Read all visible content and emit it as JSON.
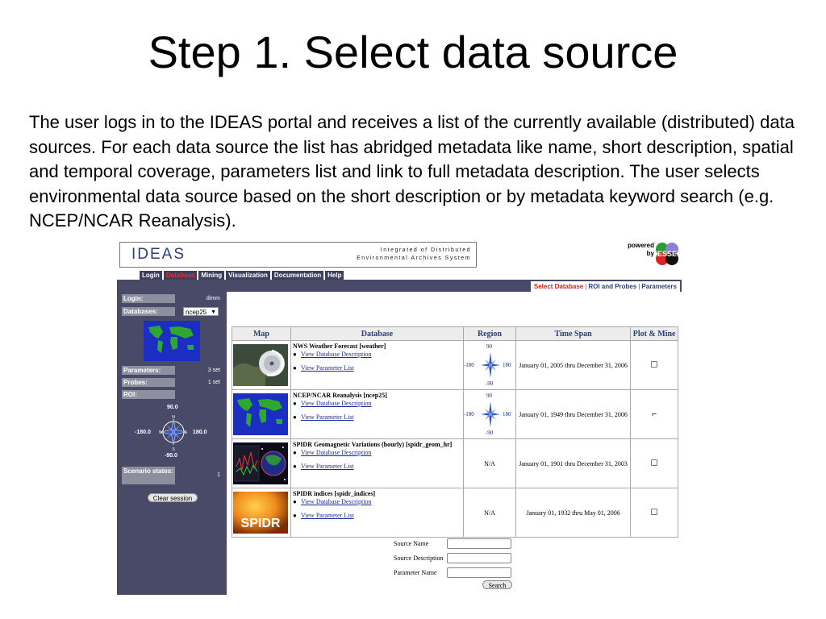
{
  "slide": {
    "title": "Step 1. Select data source",
    "body": "The user logs in to the IDEAS portal and receives a list of the currently available (distributed) data sources. For each data source the list has abridged metadata like name, short description, spatial and temporal coverage, parameters list and link to full metadata description. The user selects environmental data source based on the short description or by metadata keyword search (e.g. NCEP/NCAR Reanalysis)."
  },
  "portal": {
    "logo": "IDEAS",
    "tagline_1": "Integrated of Distributed",
    "tagline_2": "Environmental Archives System",
    "powered_1": "powered",
    "powered_2": "by",
    "esse_logo": "ESSE",
    "nav": [
      "Login",
      "Database",
      "Mining",
      "Visualization",
      "Documentation",
      "Help"
    ],
    "subtabs": {
      "select": "Select Database",
      "roi": "ROI and Probes",
      "params": "Parameters",
      "sep": "|"
    },
    "sidebar": {
      "login_label": "Login:",
      "login_value": "dimm",
      "databases_label": "Databases:",
      "databases_value": "ncep25",
      "parameters_label": "Parameters:",
      "parameters_value": "3 set",
      "probes_label": "Probes:",
      "probes_value": "1 set",
      "roi_label": "ROI:",
      "roi_n": "90.0",
      "roi_s": "-90.0",
      "roi_w": "-180.0",
      "roi_e": "180.0",
      "compass_w": "W",
      "compass_e": "E",
      "compass_n": "N",
      "compass_s": "S",
      "scenario_label": "Scenario states:",
      "scenario_value": "1",
      "clear_button": "Clear session"
    },
    "table": {
      "headers": [
        "Map",
        "Database",
        "Region",
        "Time Span",
        "Plot & Mine"
      ],
      "link_desc": "View Database Description",
      "link_params": "View Parameter List",
      "rows": [
        {
          "name": "NWS Weather Forecast [weather]",
          "region": {
            "n": "90",
            "s": "-90",
            "w": "-180",
            "e": "180"
          },
          "region_text": "",
          "time": "January 01, 2005 thru December 31, 2006",
          "checked": false
        },
        {
          "name": "NCEP/NCAR Reanalysis [ncep25]",
          "region": {
            "n": "90",
            "s": "-90",
            "w": "-180",
            "e": "180"
          },
          "region_text": "",
          "time": "January 01, 1949 thru December 31, 2006",
          "checked": true
        },
        {
          "name": "SPIDR Geomagnetic Variations (hourly) [spidr_geom_hr]",
          "region": null,
          "region_text": "N/A",
          "time": "January 01, 1901 thru December 31, 2003",
          "checked": false
        },
        {
          "name": "SPIDR indices [spidr_indices]",
          "region": null,
          "region_text": "N/A",
          "time": "January 01, 1932 thru May 01, 2006",
          "checked": false
        }
      ],
      "spidr_logo": "SPIDR"
    },
    "search": {
      "source_name": "Source Name",
      "source_desc": "Source Description",
      "param_name": "Parameter Name",
      "button": "Search"
    },
    "colors": {
      "sidebar": "#484a68",
      "nav_tab": "#3d3f5f",
      "active": "#d02020",
      "link": "#1a2a9a",
      "map_ocean": "#1c2ec2",
      "map_land": "#2ea82e"
    }
  }
}
